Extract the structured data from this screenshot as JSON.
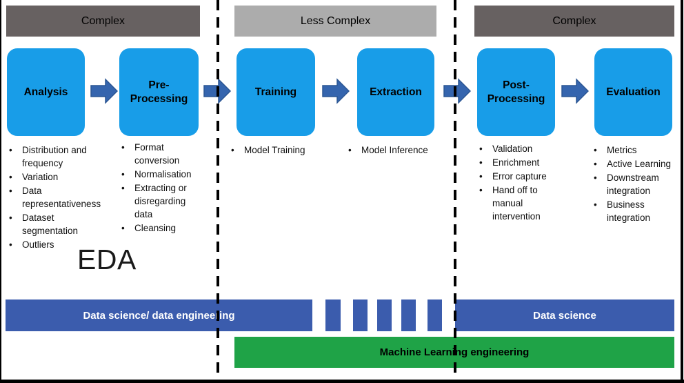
{
  "palette": {
    "stage_blue": "#189DE8",
    "arrow_blue": "#3565AE",
    "arrow_border": "#2B5693",
    "role_bar_blue": "#3B5CAD",
    "role_bar_green": "#1FA347",
    "complex_gray": "#676161",
    "less_complex_gray": "#ACACAC",
    "divider_black": "#000000"
  },
  "sections": [
    {
      "complexity_label": "Complex",
      "stages": [
        {
          "title": "Analysis",
          "bullets": [
            "Distribution and frequency",
            "Variation",
            "Data representativeness",
            "Dataset segmentation",
            "Outliers"
          ]
        },
        {
          "title": "Pre-\nProcessing",
          "bullets": [
            "Format conversion",
            "Normalisation",
            "Extracting or disregarding data",
            "Cleansing"
          ]
        }
      ]
    },
    {
      "complexity_label": "Less Complex",
      "stages": [
        {
          "title": "Training",
          "bullets": [
            "Model Training"
          ]
        },
        {
          "title": "Extraction",
          "bullets": [
            "Model Inference"
          ]
        }
      ]
    },
    {
      "complexity_label": "Complex",
      "stages": [
        {
          "title": "Post-\nProcessing",
          "bullets": [
            "Validation",
            "Enrichment",
            "Error capture",
            "Hand off to manual intervention"
          ]
        },
        {
          "title": "Evaluation",
          "bullets": [
            "Metrics",
            "Active Learning",
            "Downstream integration",
            "Business integration"
          ]
        }
      ]
    }
  ],
  "annotations": {
    "eda_label": "EDA"
  },
  "role_bars": {
    "data_science_engineering": "Data science/ data engineering",
    "data_science": "Data science",
    "ml_engineering": "Machine Learning engineering"
  }
}
